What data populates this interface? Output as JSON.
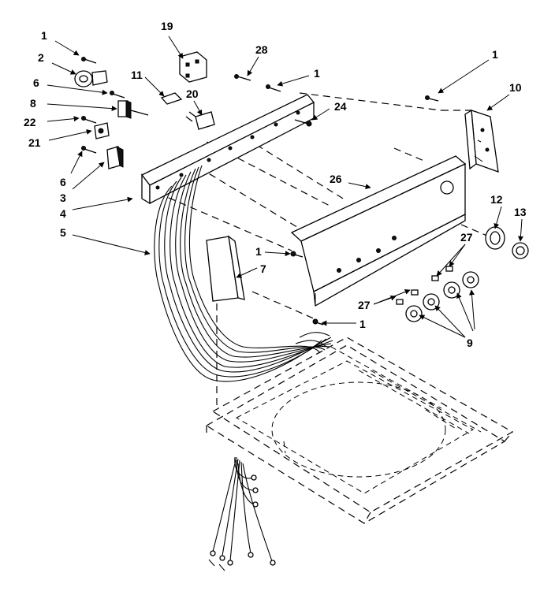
{
  "diagram": {
    "callouts": [
      {
        "id": "c-1a",
        "text": "1"
      },
      {
        "id": "c-2",
        "text": "2"
      },
      {
        "id": "c-6a",
        "text": "6"
      },
      {
        "id": "c-8",
        "text": "8"
      },
      {
        "id": "c-22",
        "text": "22"
      },
      {
        "id": "c-21",
        "text": "21"
      },
      {
        "id": "c-6b",
        "text": "6"
      },
      {
        "id": "c-3",
        "text": "3"
      },
      {
        "id": "c-4",
        "text": "4"
      },
      {
        "id": "c-5",
        "text": "5"
      },
      {
        "id": "c-19",
        "text": "19"
      },
      {
        "id": "c-11",
        "text": "11"
      },
      {
        "id": "c-20",
        "text": "20"
      },
      {
        "id": "c-28",
        "text": "28"
      },
      {
        "id": "c-1b",
        "text": "1"
      },
      {
        "id": "c-24",
        "text": "24"
      },
      {
        "id": "c-1c",
        "text": "1"
      },
      {
        "id": "c-10",
        "text": "10"
      },
      {
        "id": "c-26",
        "text": "26"
      },
      {
        "id": "c-12",
        "text": "12"
      },
      {
        "id": "c-13",
        "text": "13"
      },
      {
        "id": "c-27a",
        "text": "27"
      },
      {
        "id": "c-1d",
        "text": "1"
      },
      {
        "id": "c-7",
        "text": "7"
      },
      {
        "id": "c-27b",
        "text": "27"
      },
      {
        "id": "c-1e",
        "text": "1"
      },
      {
        "id": "c-9",
        "text": "9"
      }
    ]
  }
}
